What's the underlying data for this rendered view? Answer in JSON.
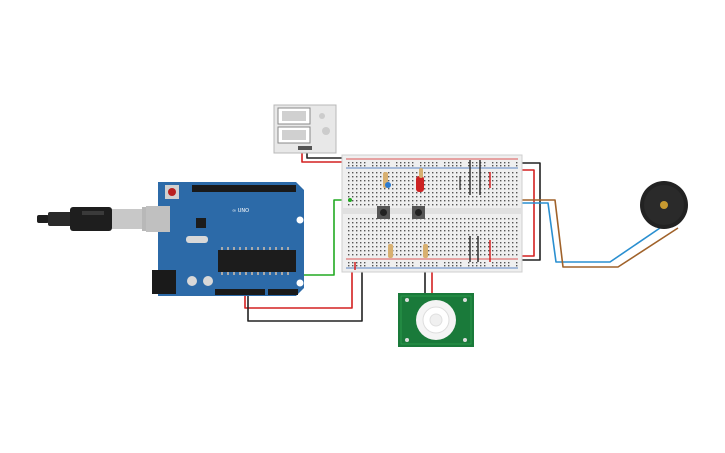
{
  "scene": {
    "background": "#ffffff",
    "components": [
      {
        "id": "arduino",
        "name": "arduino-uno-board",
        "icon": "arduino-uno",
        "color": "#2c6aa8"
      },
      {
        "id": "usb",
        "name": "usb-cable-connector",
        "icon": "usb-plug",
        "color": "#1e1e1e"
      },
      {
        "id": "relay",
        "name": "dual-relay-module",
        "icon": "relay-module",
        "color": "#e8e8e8"
      },
      {
        "id": "breadboard",
        "name": "breadboard",
        "icon": "breadboard",
        "color": "#efefef"
      },
      {
        "id": "pir",
        "name": "pir-motion-sensor",
        "icon": "pir-sensor",
        "color": "#1a7a3a"
      },
      {
        "id": "buzzer",
        "name": "piezo-buzzer",
        "icon": "piezo-buzzer",
        "color": "#222222"
      },
      {
        "id": "buttons",
        "name": "push-buttons",
        "icon": "push-button",
        "color": "#555555"
      },
      {
        "id": "resistors",
        "name": "resistors",
        "icon": "resistor",
        "color": "#c8a060"
      },
      {
        "id": "led",
        "name": "red-led",
        "icon": "led",
        "color": "#cc2222"
      }
    ],
    "wire_colors": {
      "red": "#d42020",
      "black": "#222222",
      "green": "#22aa22",
      "blue": "#2a8fd0",
      "brown": "#a0622a"
    }
  }
}
